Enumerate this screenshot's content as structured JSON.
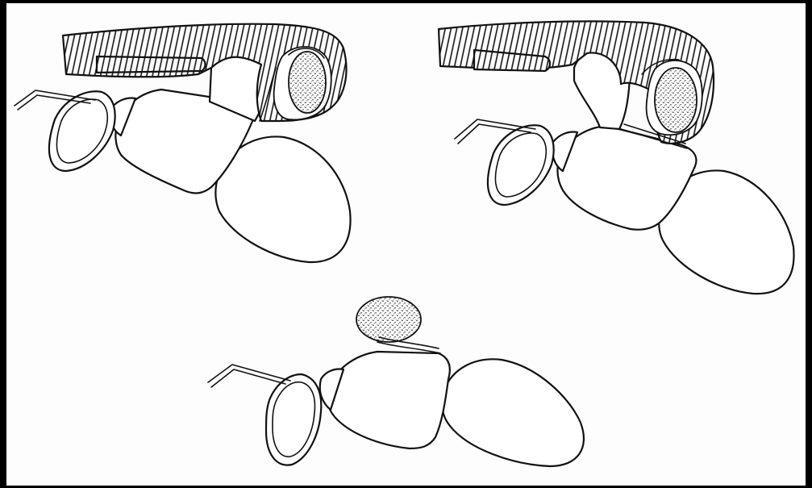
{
  "figure": {
    "background": "#000000",
    "panel_background": "#fdfdfd",
    "line_color": "#111111",
    "panels": [
      {
        "id": "upper-left",
        "features": [
          "hatched-cap",
          "stippled-body-enclosed",
          "lens",
          "middle-segment",
          "end-segment",
          "bent-rod"
        ]
      },
      {
        "id": "upper-right",
        "features": [
          "hatched-cap",
          "stippled-body-emerging",
          "lens",
          "middle-segment",
          "end-segment",
          "bent-rod"
        ]
      },
      {
        "id": "bottom",
        "features": [
          "stippled-body-free",
          "lens",
          "middle-segment",
          "end-segment",
          "bent-rod"
        ]
      }
    ]
  }
}
